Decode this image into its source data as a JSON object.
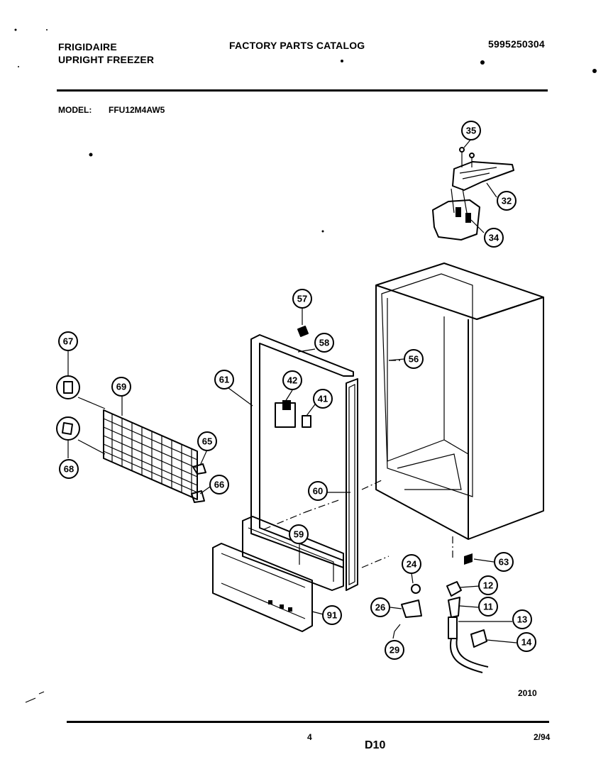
{
  "header": {
    "brand": "FRIGIDAIRE",
    "product": "UPRIGHT FREEZER",
    "catalog_title": "FACTORY PARTS CATALOG",
    "catalog_number": "5995250304",
    "model_label": "MODEL:",
    "model_number": "FFU12M4AW5"
  },
  "callouts": [
    "35",
    "32",
    "34",
    "57",
    "58",
    "56",
    "67",
    "69",
    "61",
    "42",
    "41",
    "65",
    "66",
    "68",
    "60",
    "59",
    "24",
    "63",
    "12",
    "11",
    "13",
    "26",
    "29",
    "14",
    "91"
  ],
  "footer": {
    "drawing_number": "2010",
    "page_number": "4",
    "section_code": "D10",
    "date_code": "2/94"
  }
}
